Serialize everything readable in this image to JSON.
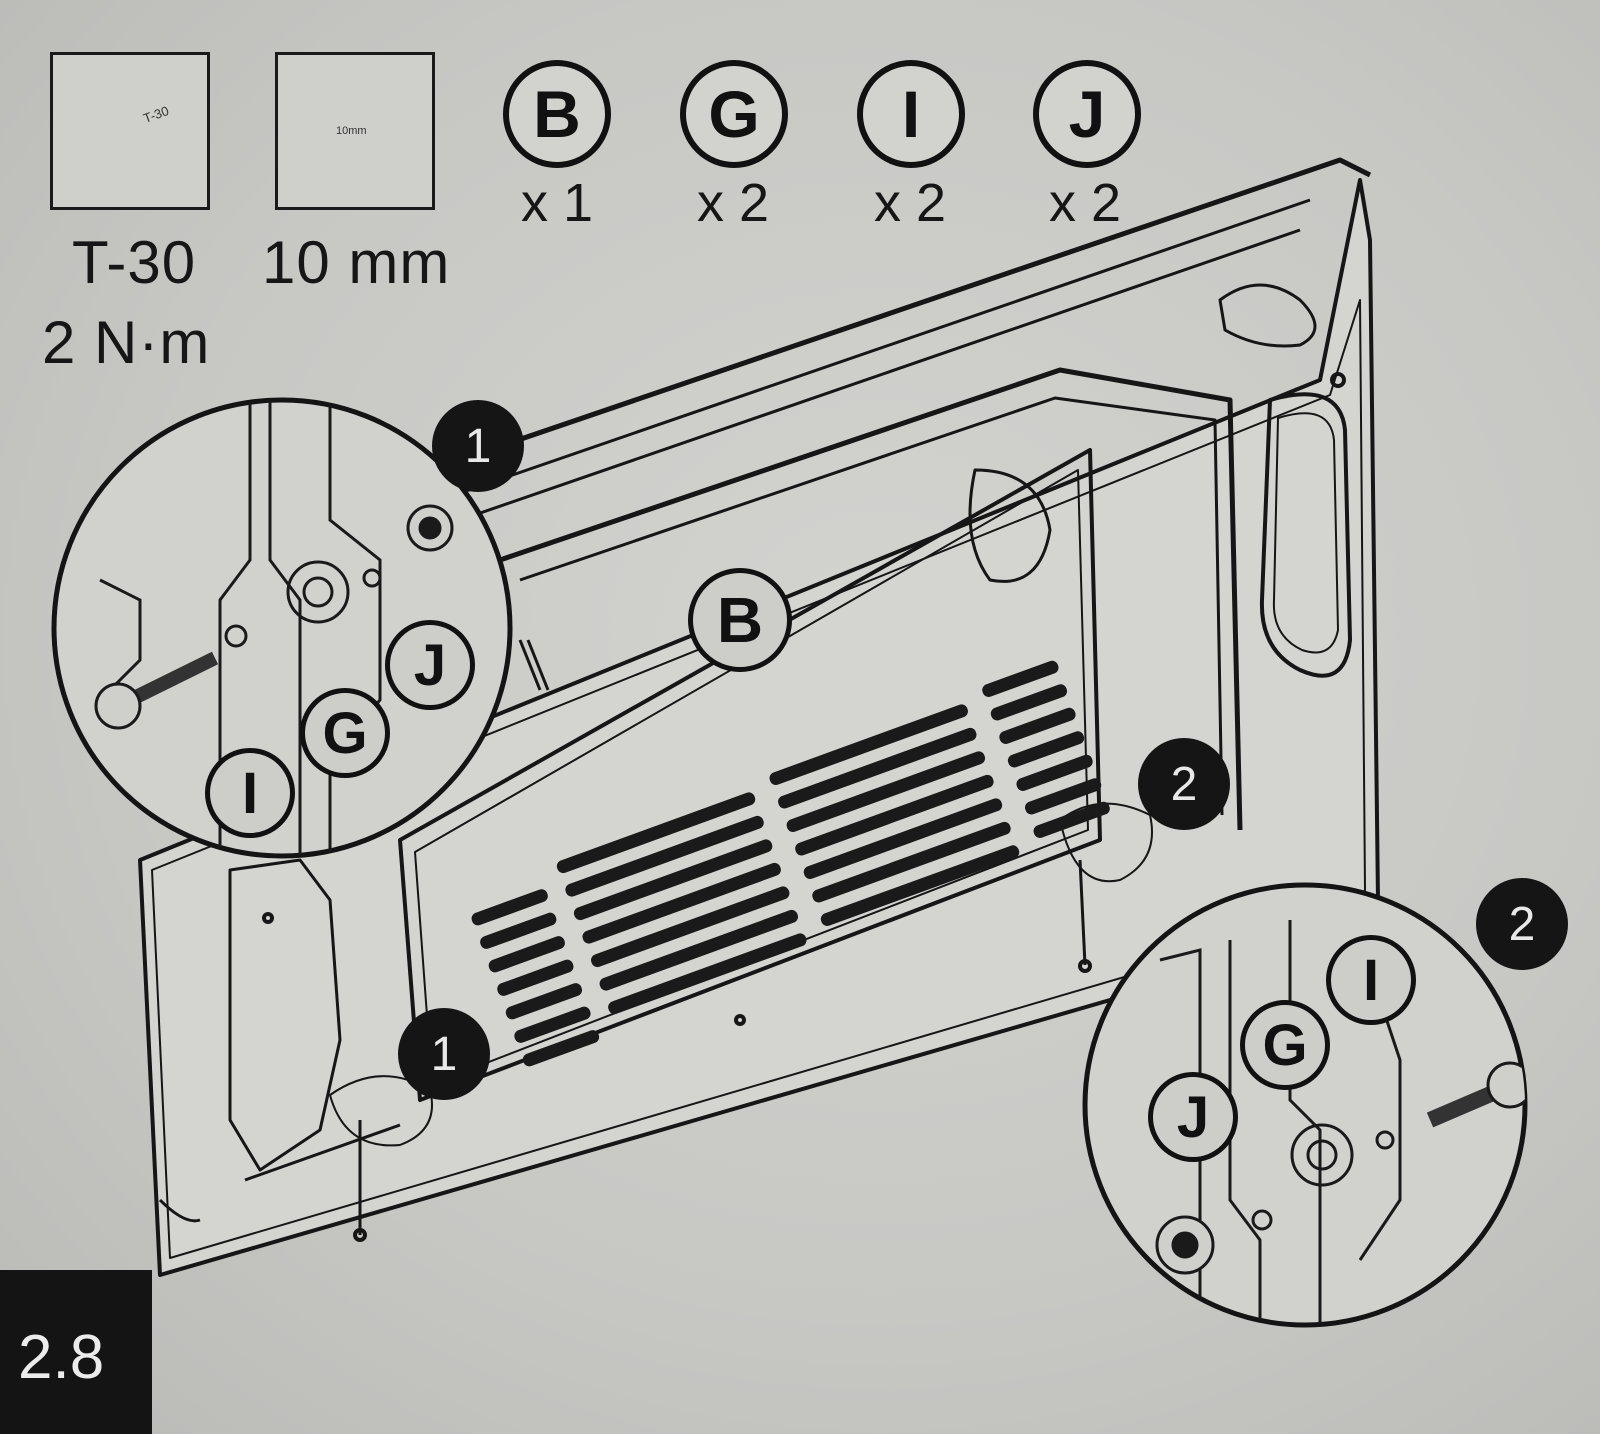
{
  "tools": [
    {
      "icon": "torx-bit-icon",
      "bit_text": "T-30",
      "label": "T-30",
      "torque": "2 N·m"
    },
    {
      "icon": "hex-socket-icon",
      "socket_text": "10mm",
      "label": "10 mm"
    }
  ],
  "parts": [
    {
      "letter": "B",
      "qty": "x 1"
    },
    {
      "letter": "G",
      "qty": "x 2"
    },
    {
      "letter": "I",
      "qty": "x 2"
    },
    {
      "letter": "J",
      "qty": "x 2"
    }
  ],
  "callouts": {
    "one": "1",
    "two": "2"
  },
  "zoom_left": {
    "letters": [
      "J",
      "G",
      "I"
    ]
  },
  "zoom_right": {
    "letters": [
      "I",
      "G",
      "J"
    ]
  },
  "panel_label": "B",
  "step": "2.8"
}
